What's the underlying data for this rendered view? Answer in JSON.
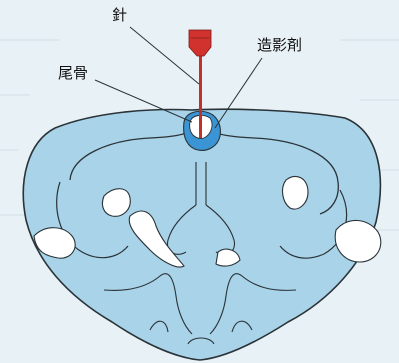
{
  "labels": {
    "needle": "針",
    "coccyx": "尾骨",
    "contrast": "造影剤"
  },
  "colors": {
    "background": "#e8f1f6",
    "section_fill": "#a9d3e8",
    "outline": "#2a3338",
    "contrast_agent": "#3b95d4",
    "needle_head": "#d2322d",
    "needle_shaft": "#c0312c",
    "bone": "#ffffff"
  }
}
